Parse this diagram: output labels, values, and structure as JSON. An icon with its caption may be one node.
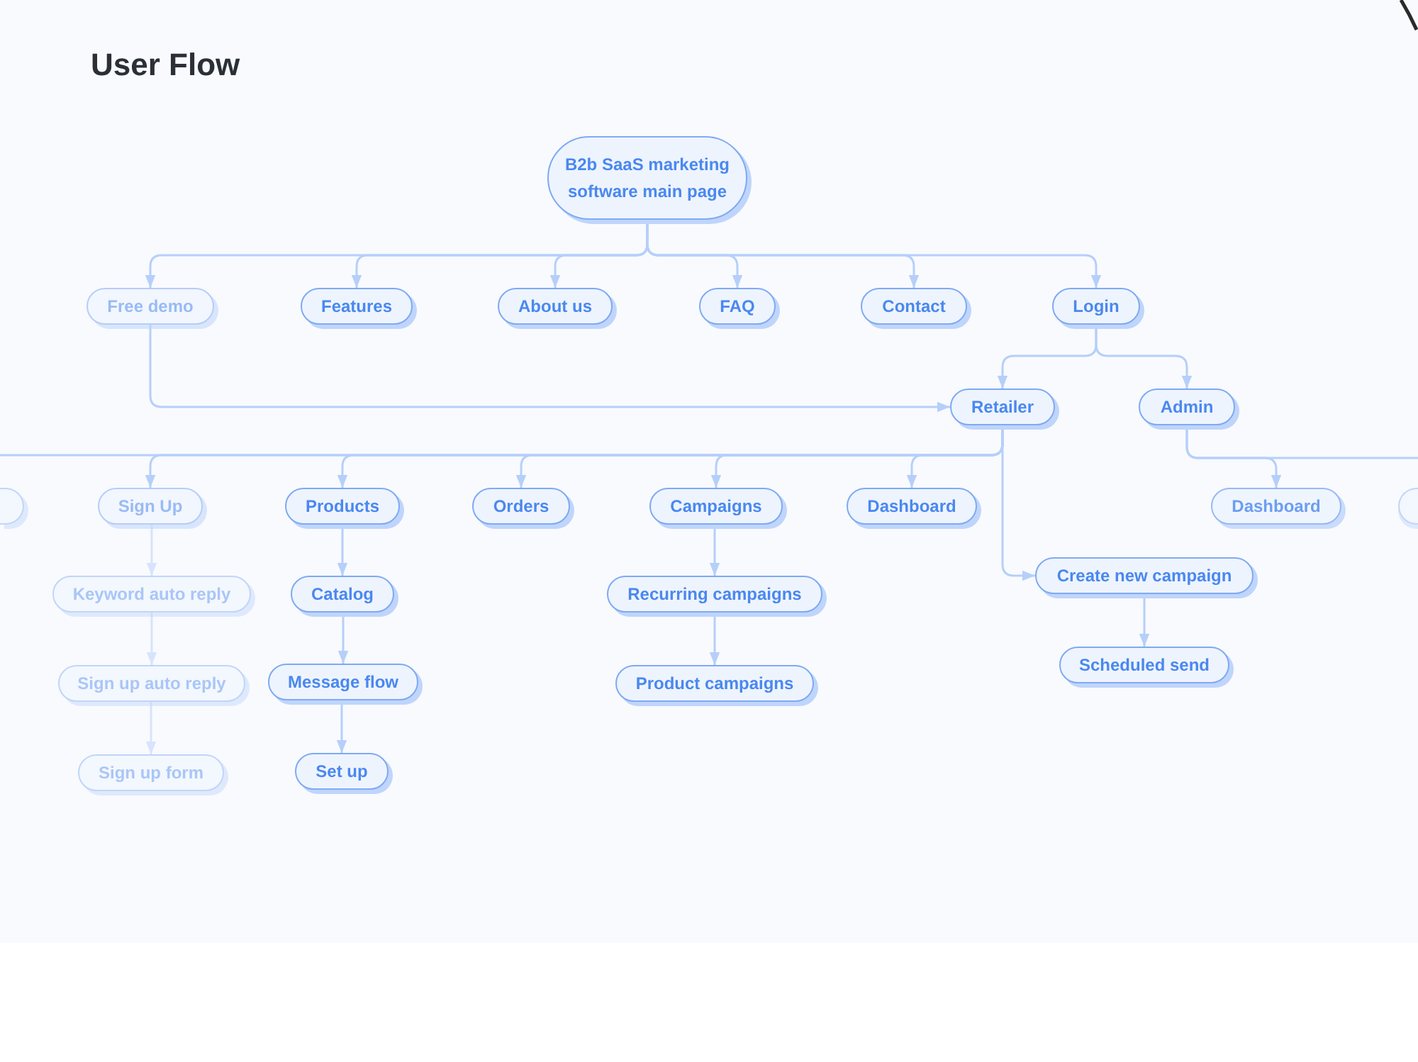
{
  "diagram": {
    "title": "User Flow",
    "nodes": [
      {
        "text": [
          "B2b SaaS marketing software main page"
        ]
      },
      {
        "text": [
          "Free demo"
        ]
      },
      {
        "text": [
          "Features"
        ]
      },
      {
        "text": [
          "About us"
        ]
      },
      {
        "text": [
          "FAQ"
        ]
      },
      {
        "text": [
          "Contact"
        ]
      },
      {
        "text": [
          "Login"
        ]
      },
      {
        "text": [
          "Retailer"
        ]
      },
      {
        "text": [
          "Admin"
        ]
      },
      {
        "text": [],
        "shape": "box"
      },
      {
        "text": [
          "Sign Up"
        ]
      },
      {
        "text": [
          "Products"
        ]
      },
      {
        "text": [
          "Orders"
        ]
      },
      {
        "text": [
          "Campaigns"
        ]
      },
      {
        "text": [
          "Dashboard"
        ]
      },
      {
        "text": [
          "Dashboard"
        ]
      },
      {
        "text": [],
        "shape": "box"
      },
      {
        "text": [
          "Keyword auto reply"
        ]
      },
      {
        "text": [
          "Sign up auto reply"
        ]
      },
      {
        "text": [
          "Sign up form"
        ]
      },
      {
        "text": [
          "Catalog"
        ]
      },
      {
        "text": [
          "Message flow"
        ]
      },
      {
        "text": [
          "Set up"
        ]
      },
      {
        "text": [
          "Recurring campaigns"
        ]
      },
      {
        "text": [
          "Product campaigns"
        ]
      },
      {
        "text": [
          "Create new campaign"
        ]
      },
      {
        "text": [
          "Scheduled send"
        ]
      }
    ],
    "edges": [
      {
        "from": 0,
        "to": 1,
        "arrow": "to"
      },
      {
        "from": 0,
        "to": 2,
        "arrow": "to"
      },
      {
        "from": 0,
        "to": 3,
        "arrow": "to"
      },
      {
        "from": 0,
        "to": 4,
        "arrow": "to"
      },
      {
        "from": 0,
        "to": 5,
        "arrow": "to"
      },
      {
        "from": 0,
        "to": 6,
        "arrow": "to"
      },
      {
        "from": 6,
        "to": 7,
        "arrow": "to"
      },
      {
        "from": 6,
        "to": 8,
        "arrow": "to"
      },
      {
        "from": 1,
        "to": 7,
        "arrow": "to"
      },
      {
        "from": 7,
        "to": null,
        "arrow": "none"
      },
      {
        "from": 7,
        "to": 10,
        "arrow": "to"
      },
      {
        "from": 7,
        "to": 11,
        "arrow": "to"
      },
      {
        "from": 7,
        "to": 12,
        "arrow": "to"
      },
      {
        "from": 7,
        "to": 13,
        "arrow": "to"
      },
      {
        "from": 7,
        "to": 14,
        "arrow": "to"
      },
      {
        "from": 7,
        "to": 25,
        "arrow": "to"
      },
      {
        "from": 8,
        "to": 15,
        "arrow": "to"
      },
      {
        "from": 8,
        "to": null,
        "arrow": "none"
      },
      {
        "from": 10,
        "to": 17,
        "arrow": "to",
        "color": "#d6e4fd"
      },
      {
        "from": 17,
        "to": 18,
        "arrow": "to",
        "color": "#d6e4fd"
      },
      {
        "from": 18,
        "to": 19,
        "arrow": "to",
        "color": "#d6e4fd"
      },
      {
        "from": 11,
        "to": 20,
        "arrow": "to"
      },
      {
        "from": 20,
        "to": 21,
        "arrow": "to"
      },
      {
        "from": 21,
        "to": 22,
        "arrow": "to"
      },
      {
        "from": 13,
        "to": 23,
        "arrow": "to"
      },
      {
        "from": 23,
        "to": 24,
        "arrow": "to"
      },
      {
        "from": 25,
        "to": 26,
        "arrow": "to"
      }
    ]
  }
}
